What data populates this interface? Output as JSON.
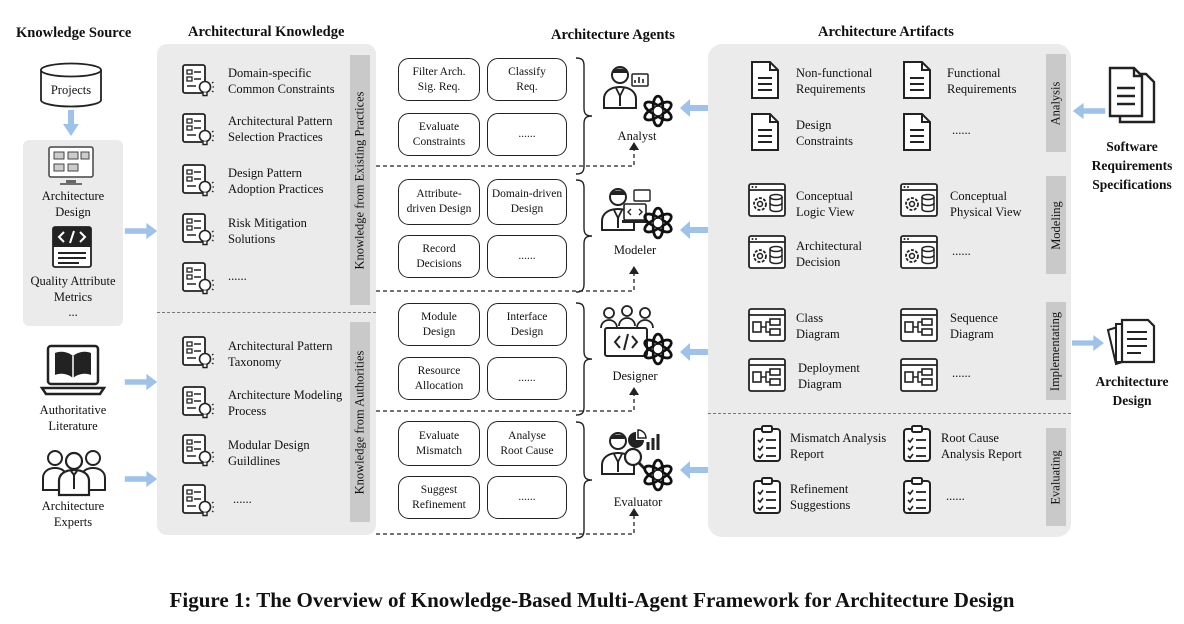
{
  "headers": {
    "knowledge_source": "Knowledge Source",
    "architectural_knowledge": "Architectural Knowledge",
    "architecture_agents": "Architecture Agents",
    "architecture_artifacts": "Architecture Artifacts"
  },
  "sources": {
    "projects": "Projects",
    "architecture_design": "Architecture\nDesign",
    "quality_metrics": "Quality Attribute\nMetrics",
    "ellipsis": "...",
    "literature": "Authoritative\nLiterature",
    "experts": "Architecture\nExperts"
  },
  "knowledge": {
    "existing_label": "Knowledge from Existing Practices",
    "authorities_label": "Knowledge from Authorities",
    "existing_items": [
      "Domain-specific\nCommon Constraints",
      "Architectural Pattern\nSelection Practices",
      "Design Pattern\nAdoption Practices",
      "Risk Mitigation\nSolutions",
      "......"
    ],
    "authority_items": [
      "Architectural Pattern\nTaxonomy",
      "Architecture Modeling\nProcess",
      "Modular Design\nGuildlines",
      "......"
    ]
  },
  "agents": [
    {
      "name": "Analyst",
      "tasks": [
        "Filter Arch.\nSig. Req.",
        "Classify\nReq.",
        "Evaluate\nConstraints",
        "......"
      ]
    },
    {
      "name": "Modeler",
      "tasks": [
        "Attribute-\ndriven Design",
        "Domain-driven\nDesign",
        "Record\nDecisions",
        "......"
      ]
    },
    {
      "name": "Designer",
      "tasks": [
        "Module\nDesign",
        "Interface\nDesign",
        "Resource\nAllocation",
        "......"
      ]
    },
    {
      "name": "Evaluator",
      "tasks": [
        "Evaluate\nMismatch",
        "Analyse\nRoot Cause",
        "Suggest\nRefinement",
        "......"
      ]
    }
  ],
  "artifacts": {
    "analysis": {
      "label": "Analysis",
      "items": [
        "Non-functional\nRequirements",
        "Functional\nRequirements",
        "Design\nConstraints",
        "......"
      ]
    },
    "modeling": {
      "label": "Modeling",
      "items": [
        "Conceptual\nLogic View",
        "Conceptual\nPhysical View",
        "Architectural\nDecision",
        "......"
      ]
    },
    "implementating": {
      "label": "Implementating",
      "items": [
        "Class\nDiagram",
        "Sequence\nDiagram",
        "Deployment\nDiagram",
        "......"
      ]
    },
    "evaluating": {
      "label": "Evaluating",
      "items": [
        "Mismatch Analysis\nReport",
        "Root Cause\nAnalysis Report",
        "Refinement\nSuggestions",
        "......"
      ]
    }
  },
  "outputs": {
    "srs": "Software\nRequirements\nSpecifications",
    "design": "Architecture\nDesign"
  },
  "caption": "Figure 1: The Overview of Knowledge-Based Multi-Agent Framework for Architecture Design"
}
